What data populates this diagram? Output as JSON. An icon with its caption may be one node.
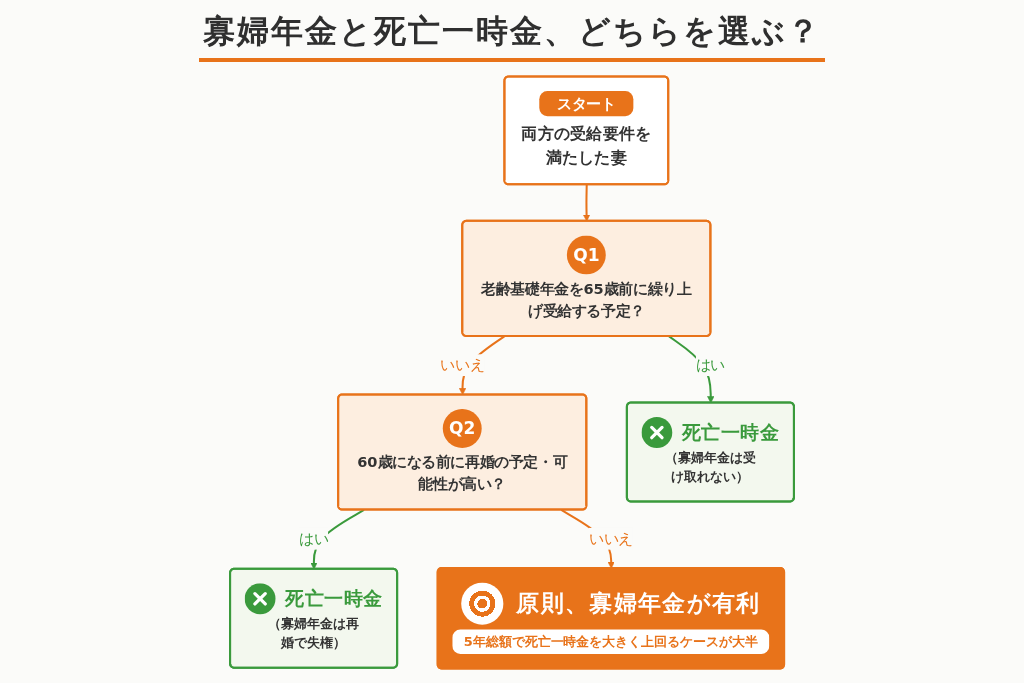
{
  "diagram": {
    "title": "寡婦年金と死亡一時金、どちらを選ぶ？",
    "nodes": [
      {
        "text": [
          "スタート",
          "両方の受給要件を満たした妻"
        ]
      },
      {
        "text": [
          "Q1",
          "老齢基礎年金を65歳前に繰り上げ受給する予定？"
        ]
      },
      {
        "text": [
          "死亡一時金",
          "（寡婦年金は受け取れない）"
        ]
      },
      {
        "text": [
          "Q2",
          "60歳になる前に再婚の予定・可能性が高い？"
        ]
      },
      {
        "text": [
          "死亡一時金",
          "（寡婦年金は再婚で失権）"
        ]
      },
      {
        "text": [
          "原則、寡婦年金が有利",
          "5年総額で死亡一時金を大きく上回るケースが大半"
        ]
      }
    ],
    "edges": [
      {
        "from": 0,
        "to": 1,
        "arrow": "to"
      },
      {
        "from": 1,
        "to": 2,
        "arrow": "to",
        "label": "はい",
        "color": "#3a9a3c"
      },
      {
        "from": 1,
        "to": 3,
        "arrow": "to",
        "label": "いいえ"
      },
      {
        "from": 3,
        "to": 4,
        "arrow": "to",
        "label": "はい",
        "color": "#3a9a3c"
      },
      {
        "from": 3,
        "to": 5,
        "arrow": "to",
        "label": "いいえ"
      }
    ]
  }
}
